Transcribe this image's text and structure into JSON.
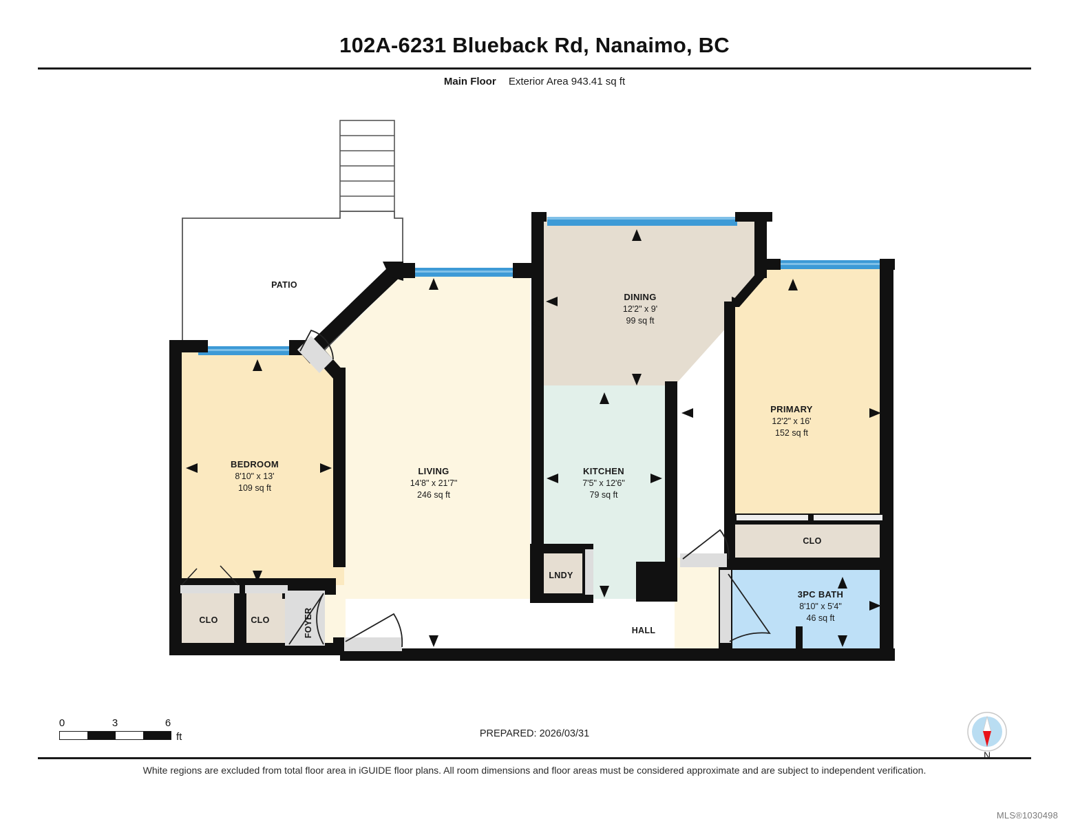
{
  "header": {
    "title": "102A-6231 Blueback Rd, Nanaimo, BC",
    "floor_name": "Main Floor",
    "area_text": "Exterior Area 943.41 sq ft"
  },
  "rooms": [
    {
      "name": "PATIO",
      "dims": "",
      "area": ""
    },
    {
      "name": "DINING",
      "dims": "12'2\" x 9'",
      "area": "99 sq ft"
    },
    {
      "name": "PRIMARY",
      "dims": "12'2\" x 16'",
      "area": "152 sq ft"
    },
    {
      "name": "BEDROOM",
      "dims": "8'10\" x 13'",
      "area": "109 sq ft"
    },
    {
      "name": "LIVING",
      "dims": "14'8\" x 21'7\"",
      "area": "246 sq ft"
    },
    {
      "name": "KITCHEN",
      "dims": "7'5\" x 12'6\"",
      "area": "79 sq ft"
    },
    {
      "name": "3PC BATH",
      "dims": "8'10\" x 5'4\"",
      "area": "46 sq ft"
    },
    {
      "name": "CLO",
      "dims": "",
      "area": ""
    },
    {
      "name": "CLO",
      "dims": "",
      "area": ""
    },
    {
      "name": "CLO",
      "dims": "",
      "area": ""
    },
    {
      "name": "LNDY",
      "dims": "",
      "area": ""
    },
    {
      "name": "HALL",
      "dims": "",
      "area": ""
    },
    {
      "name": "FOYER",
      "dims": "",
      "area": ""
    }
  ],
  "scale": {
    "ticks": [
      "0",
      "3",
      "6"
    ],
    "unit": "ft"
  },
  "footer": {
    "prepared": "PREPARED: 2026/03/31",
    "compass_label": "N",
    "disclaimer": "White regions are excluded from total floor area in iGUIDE floor plans. All room dimensions and floor areas must be considered approximate and are subject to independent verification.",
    "mls": "MLS®1030498"
  },
  "colors": {
    "wall": "#111111",
    "window": "#3d9ad6",
    "living": "#fdf6e1",
    "bedroom": "#fbe9c0",
    "kitchen": "#e2f0ea",
    "dining": "#e5ddd0",
    "bath": "#bee0f7",
    "closet": "#e6ded2",
    "door_gray": "#e0e0e0",
    "patio_outline": "#555555"
  }
}
